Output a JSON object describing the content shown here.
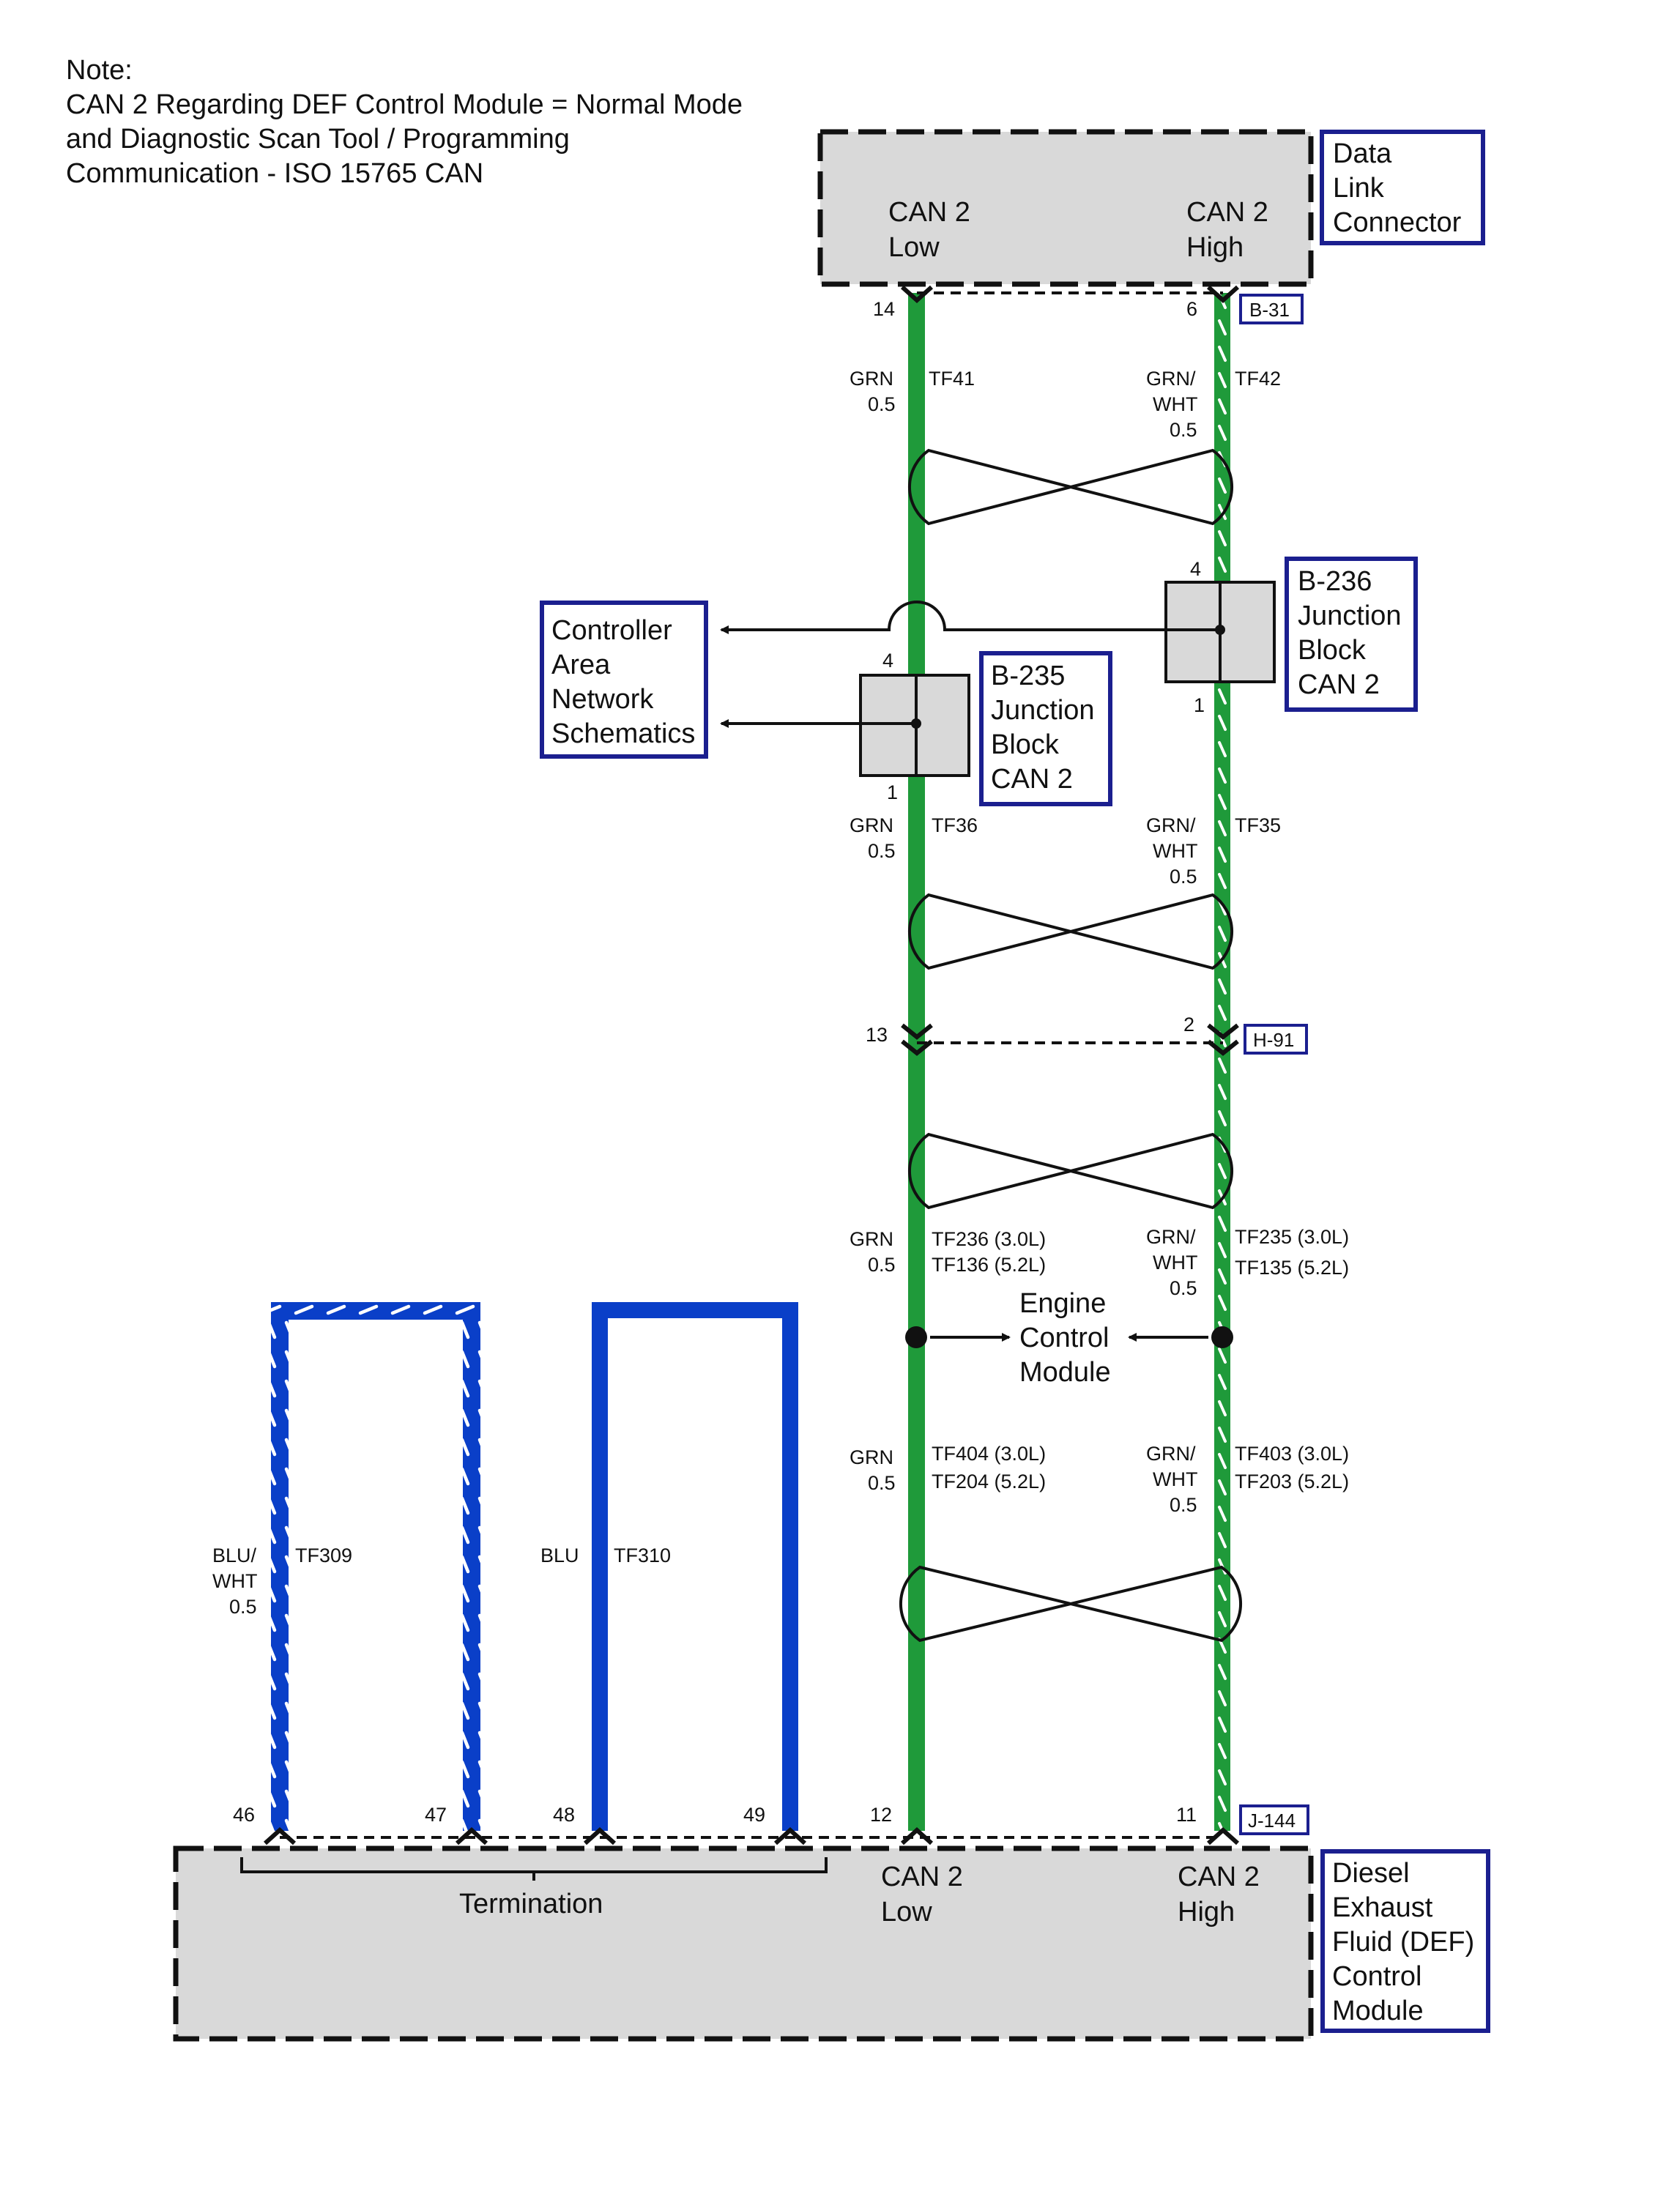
{
  "note": {
    "lines": [
      "Note:",
      "CAN 2 Regarding DEF Control Module = Normal Mode",
      "and Diagnostic Scan Tool / Programming",
      "Communication - ISO 15765 CAN"
    ]
  },
  "dlc": {
    "can_low": [
      "CAN 2",
      "Low"
    ],
    "can_high": [
      "CAN 2",
      "High"
    ],
    "label": [
      "Data",
      "Link",
      "Connector"
    ],
    "connector_tag": "B-31",
    "pin_low": "14",
    "pin_high": "6"
  },
  "wires": {
    "tf41": {
      "color": [
        "GRN",
        "0.5"
      ],
      "circuit": "TF41"
    },
    "tf42": {
      "color": [
        "GRN/",
        "WHT",
        "0.5"
      ],
      "circuit": "TF42"
    },
    "tf36": {
      "color": [
        "GRN",
        "0.5"
      ],
      "circuit": "TF36"
    },
    "tf35": {
      "color": [
        "GRN/",
        "WHT",
        "0.5"
      ],
      "circuit": "TF35"
    },
    "tf236": {
      "color": [
        "GRN",
        "0.5"
      ],
      "circuit": [
        "TF236 (3.0L)",
        "TF136 (5.2L)"
      ]
    },
    "tf235": {
      "color": [
        "GRN/",
        "WHT",
        "0.5"
      ],
      "circuit": [
        "TF235 (3.0L)",
        "TF135 (5.2L)"
      ]
    },
    "tf404": {
      "color": [
        "GRN",
        "0.5"
      ],
      "circuit": [
        "TF404 (3.0L)",
        "TF204 (5.2L)"
      ]
    },
    "tf403": {
      "color": [
        "GRN/",
        "WHT",
        "0.5"
      ],
      "circuit": [
        "TF403 (3.0L)",
        "TF203 (5.2L)"
      ]
    },
    "tf309": {
      "color": [
        "BLU/",
        "WHT",
        "0.5"
      ],
      "circuit": "TF309"
    },
    "tf310": {
      "color": [
        "BLU"
      ],
      "circuit": "TF310"
    }
  },
  "junction_b236": {
    "label": [
      "B-236",
      "Junction",
      "Block",
      "CAN 2"
    ],
    "pin_top": "4",
    "pin_bottom": "1"
  },
  "junction_b235": {
    "label": [
      "B-235",
      "Junction",
      "Block",
      "CAN 2"
    ],
    "pin_top": "4",
    "pin_bottom": "1"
  },
  "can_schematics": {
    "label": [
      "Controller",
      "Area",
      "Network",
      "Schematics"
    ]
  },
  "h91": {
    "connector_tag": "H-91",
    "pin_low": "13",
    "pin_high": "2"
  },
  "ecm": {
    "label": [
      "Engine",
      "Control",
      "Module"
    ]
  },
  "def_module": {
    "connector_tag": "J-144",
    "pins": [
      "46",
      "47",
      "48",
      "49",
      "12",
      "11"
    ],
    "termination_label": "Termination",
    "can_low": [
      "CAN 2",
      "Low"
    ],
    "can_high": [
      "CAN 2",
      "High"
    ],
    "label": [
      "Diesel",
      "Exhaust",
      "Fluid (DEF)",
      "Control",
      "Module"
    ]
  },
  "colors": {
    "can_wire_green": "#1f9a3a",
    "termination_blue": "#0a3fc8",
    "label_border": "#1b1f8f",
    "module_fill": "#d9d9d9"
  }
}
